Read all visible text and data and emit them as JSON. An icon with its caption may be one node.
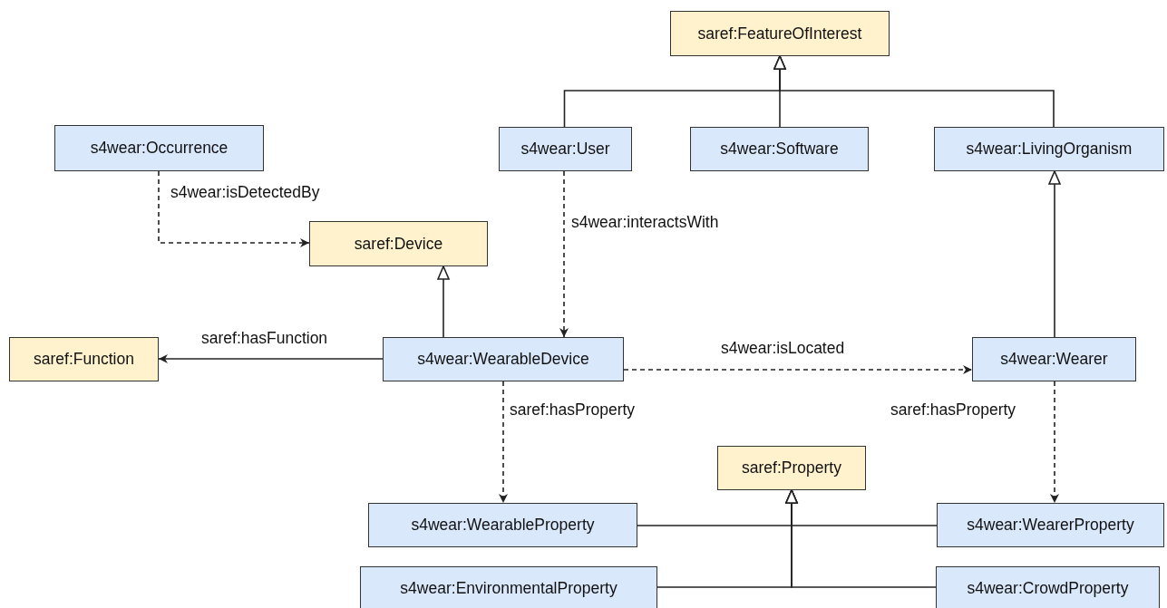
{
  "diagram": {
    "nodes": [
      {
        "text": [
          "saref:FeatureOfInterest"
        ]
      },
      {
        "text": [
          "s4wear:Occurrence"
        ]
      },
      {
        "text": [
          "s4wear:User"
        ]
      },
      {
        "text": [
          "s4wear:Software"
        ]
      },
      {
        "text": [
          "s4wear:LivingOrganism"
        ]
      },
      {
        "text": [
          "saref:Device"
        ]
      },
      {
        "text": [
          "saref:Function"
        ]
      },
      {
        "text": [
          "s4wear:WearableDevice"
        ]
      },
      {
        "text": [
          "s4wear:Wearer"
        ]
      },
      {
        "text": [
          "saref:Property"
        ]
      },
      {
        "text": [
          "s4wear:WearableProperty"
        ]
      },
      {
        "text": [
          "s4wear:WearerProperty"
        ]
      },
      {
        "text": [
          "s4wear:EnvironmentalProperty"
        ]
      },
      {
        "text": [
          "s4wear:CrowdProperty"
        ]
      }
    ],
    "edges": [
      {
        "from": 2,
        "to": 0,
        "arrow": "to"
      },
      {
        "from": 3,
        "to": 0,
        "arrow": "to"
      },
      {
        "from": 4,
        "to": 0,
        "arrow": "to"
      },
      {
        "from": 1,
        "to": 5,
        "arrow": "to",
        "style": "dashed",
        "label": "s4wear:isDetectedBy"
      },
      {
        "from": 2,
        "to": 7,
        "arrow": "to",
        "style": "dashed",
        "label": "s4wear:interactsWith"
      },
      {
        "from": 7,
        "to": 5,
        "arrow": "to"
      },
      {
        "from": 7,
        "to": 6,
        "arrow": "to",
        "label": "saref:hasFunction"
      },
      {
        "from": 7,
        "to": 8,
        "arrow": "to",
        "style": "dashed",
        "label": "s4wear:isLocated"
      },
      {
        "from": 8,
        "to": 4,
        "arrow": "to"
      },
      {
        "from": 7,
        "to": 10,
        "arrow": "to",
        "style": "dashed",
        "label": "saref:hasProperty"
      },
      {
        "from": 8,
        "to": 11,
        "arrow": "to",
        "style": "dashed",
        "label": "saref:hasProperty"
      },
      {
        "from": 10,
        "to": 9,
        "arrow": "to"
      },
      {
        "from": 11,
        "to": 9,
        "arrow": "to"
      },
      {
        "from": 12,
        "to": 9,
        "arrow": "to"
      },
      {
        "from": 13,
        "to": 9,
        "arrow": "to"
      }
    ]
  }
}
